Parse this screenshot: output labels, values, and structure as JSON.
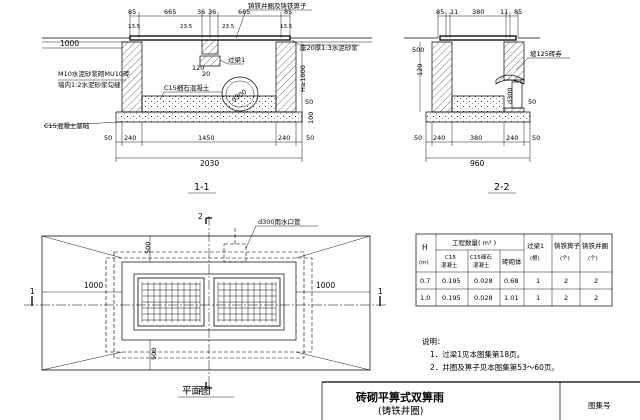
{
  "section_1_1": {
    "label": "1-1",
    "top_dims": [
      "85",
      "665",
      "36",
      "36",
      "665",
      "85"
    ],
    "sub_dims": [
      "13.5",
      "23.5",
      "23.5",
      "13.5"
    ],
    "width_1000": "1000",
    "callout_grate": "铸铁井圈及铸铁箅子",
    "callout_mortar": "座20厚1:3水泥砂浆",
    "callout_wall_1": "M10水泥砂浆砌MU10砖",
    "callout_wall_2": "墙内1:2水泥砂浆勾缝",
    "callout_c15_fine": "C15细石混凝土",
    "callout_beam": "过梁1",
    "callout_base": "C15混凝土基础",
    "pipe_label": "d300",
    "dim_120": "120",
    "dim_20": "20",
    "h_label": "H≥1000",
    "dim_50_right": "50",
    "dim_100": "100",
    "bottom_dims": [
      "50",
      "240",
      "1450",
      "240",
      "50"
    ],
    "total_width": "2030"
  },
  "section_2_2": {
    "label": "2-2",
    "top_dims": [
      "85",
      "11",
      "380",
      "11",
      "85"
    ],
    "dim_500": "500",
    "dim_120": "120",
    "callout_slope": "坡125砖券",
    "pipe_label": "d300",
    "dim_50": "50",
    "bottom_dims": [
      "50",
      "240",
      "380",
      "240",
      "50"
    ],
    "total_width": "960"
  },
  "plan": {
    "label": "平面图",
    "marker_top": "2",
    "marker_bottom": "2",
    "marker_left": "1",
    "marker_right": "1",
    "pipe_callout": "d300雨水口管",
    "dim_left": "1000",
    "dim_right": "1000",
    "dim_500_top": "500",
    "dim_500_bottom": "500"
  },
  "table": {
    "col_h": "H",
    "col_h_unit": "(m)",
    "col_qty": "工程数量( m³ )",
    "sub_c15": "C15",
    "sub_c15_2": "混凝土",
    "sub_fine": "C15细石",
    "sub_fine_2": "混凝土",
    "sub_brick": "砖砌体",
    "col_beam": "过梁1",
    "col_beam_unit": "(根)",
    "col_grate": "铸铁箅子",
    "col_grate_unit": "(个)",
    "col_ring": "铸铁井圈",
    "col_ring_unit": "(个)",
    "rows": [
      [
        "0.7",
        "0.195",
        "0.028",
        "0.68",
        "1",
        "2",
        "2"
      ],
      [
        "1.0",
        "0.195",
        "0.028",
        "1.01",
        "1",
        "2",
        "2"
      ]
    ]
  },
  "notes": {
    "heading": "说明：",
    "items": [
      "1．过梁1见本图集第18页。",
      "2．井圈及箅子见本图集第53～60页。"
    ]
  },
  "title_block": {
    "title": "砖砌平箅式双箅雨",
    "subtitle": "(铸铁井圈)",
    "page_fragment": "图集号"
  }
}
